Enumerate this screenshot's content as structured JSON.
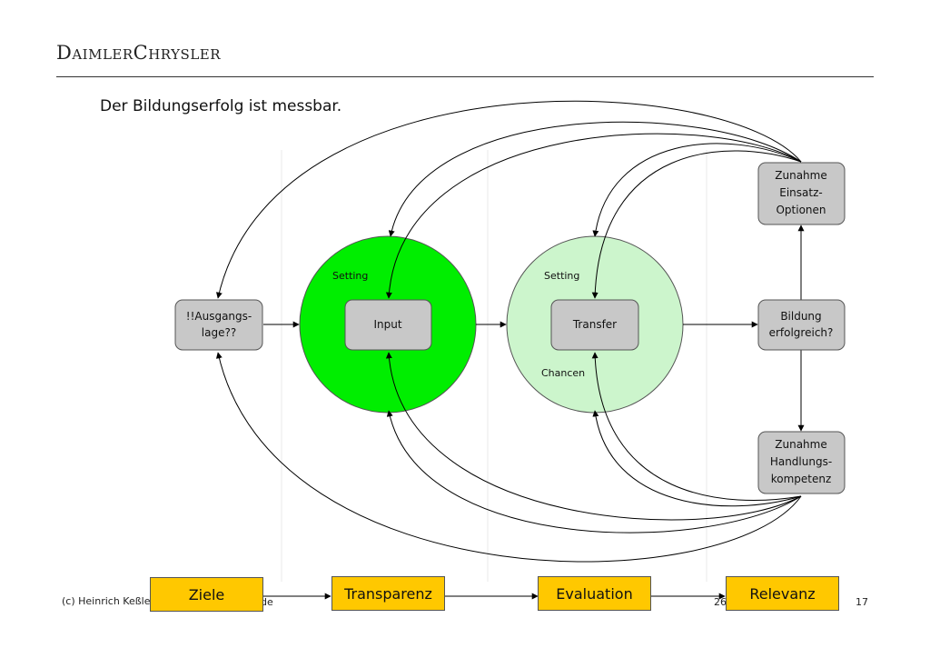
{
  "header": {
    "brand": "DaimlerChrysler",
    "subtitle": "Der Bildungserfolg ist messbar."
  },
  "nodes": {
    "ausgangslage": [
      "!!Ausgangs-",
      "lage??"
    ],
    "input": [
      "Input"
    ],
    "transfer": [
      "Transfer"
    ],
    "bildung": [
      "Bildung",
      "erfolgreich?"
    ],
    "einsatz": [
      "Zunahme",
      "Einsatz-",
      "Optionen"
    ],
    "handlung": [
      "Zunahme",
      "Handlungs-",
      "kompetenz"
    ]
  },
  "circles": {
    "input_setting": "Setting",
    "transfer_setting": "Setting",
    "transfer_chancen": "Chancen"
  },
  "bottom_flow": [
    "Ziele",
    "Transparenz",
    "Evaluation",
    "Relevanz"
  ],
  "footer": {
    "left": "(c) Heinrich Keßler",
    "mid": "de",
    "date": "26",
    "page": "17"
  },
  "colors": {
    "input_circle": "#00ee00",
    "transfer_circle": "#ccf5cc",
    "node_fill": "#c8c8c8",
    "bottom_box": "#ffc800"
  }
}
